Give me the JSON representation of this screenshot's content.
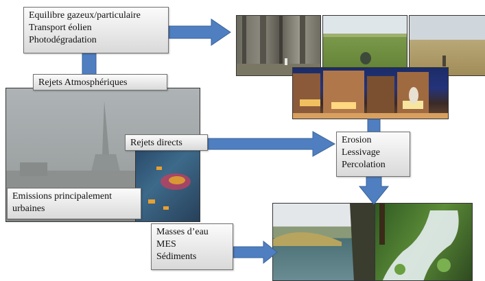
{
  "boxes": {
    "top": [
      "Equilibre gazeux/particulaire",
      "Transport éolien",
      "Photodégradation"
    ],
    "rejets_atm": "Rejets Atmosphériques",
    "rejets_directs": "Rejets directs",
    "emissions": [
      "Emissions principalement",
      "urbaines"
    ],
    "erosion": [
      "Erosion",
      "Lessivage",
      "Percolation"
    ],
    "masses": [
      "Masses d’eau",
      "MES",
      "Sédiments"
    ]
  },
  "colors": {
    "arrow": "#4f7fc1",
    "arrow_stroke": "#3a6399",
    "box_border": "#6f6f6f"
  },
  "photos": [
    "forest-trees-photo",
    "grass-field-photo",
    "dry-field-photo",
    "city-street-night-photo",
    "paris-smog-photo",
    "oil-spill-water-photo",
    "river-landscape-photo",
    "forest-stream-photo"
  ]
}
